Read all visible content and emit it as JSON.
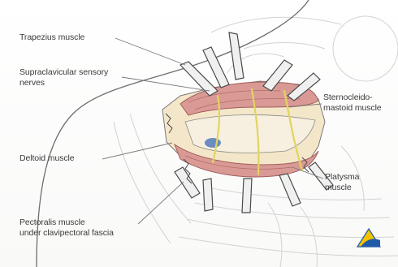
{
  "labels": {
    "trapezius": "Trapezius muscle",
    "supraclavicular": "Supraclavicular sensory\nnerves",
    "deltoid": "Deltoid muscle",
    "pectoralis": "Pectoralis muscle\nunder clavipectoral fascia",
    "sternocleidomastoid": "Sternocleido-\nmastoid muscle",
    "platysma": "Platysma\nmuscle"
  },
  "colors": {
    "muscle": "#d99a96",
    "muscle_dark": "#b46a67",
    "fascia": "#f4e7c9",
    "nerve": "#e8e07a",
    "outline": "#555555",
    "sketch": "#c9c9c9",
    "logo_yellow": "#f2c200",
    "logo_blue": "#1e5aa8"
  }
}
